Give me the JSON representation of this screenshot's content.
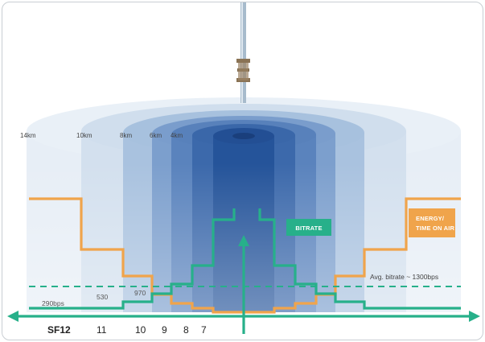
{
  "colors": {
    "energy": "#f0a44b",
    "bitrate": "#27b08a",
    "ring_outer": "#d9e5f0",
    "ring_inner": "#1f4f9c"
  },
  "distances": [
    "14km",
    "10km",
    "8km",
    "6km",
    "4km"
  ],
  "bitrate_values": [
    "290bps",
    "530",
    "970"
  ],
  "avg_bitrate": "Avg. bitrate ~ 1300bps",
  "labels": {
    "bitrate": "BITRATE",
    "energy_line1": "ENERGY/",
    "energy_line2": "TIME ON AIR"
  },
  "spreading_factors": [
    "SF12",
    "11",
    "10",
    "9",
    "8",
    "7"
  ]
}
